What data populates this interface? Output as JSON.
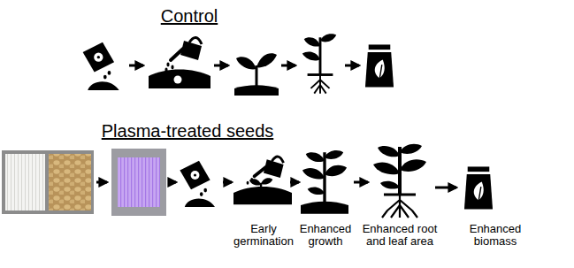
{
  "diagram": {
    "labels": [
      "Control",
      "Plasma-treated seeds",
      "Early germination",
      "Enhanced growth",
      "Enhanced root and leaf area",
      "Enhanced biomass"
    ]
  }
}
